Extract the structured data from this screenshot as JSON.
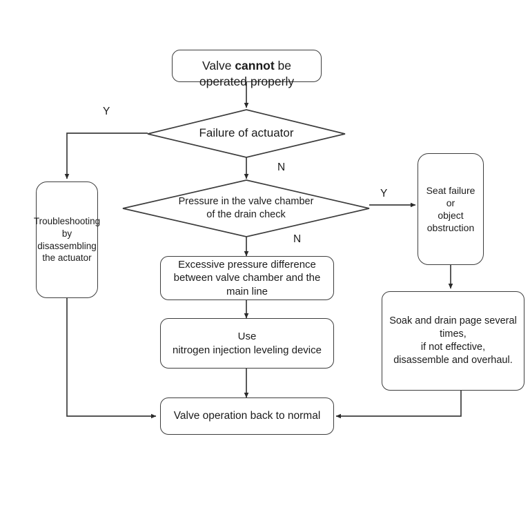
{
  "diagram": {
    "title": "Valve cannot be operated properly troubleshooting flowchart",
    "background": "#ffffff",
    "stroke_color": "#3c3c3c",
    "text_color": "#1b1b1b"
  },
  "nodes": {
    "start": {
      "id": "start",
      "type": "process",
      "text_prefix": "Valve ",
      "text_bold": "cannot",
      "text_suffix": " be\noperated properly",
      "full_text": "Valve cannot be operated properly"
    },
    "decision_actuator": {
      "id": "decision-failure-of-actuator",
      "type": "decision",
      "text": "Failure of actuator"
    },
    "decision_pressure": {
      "id": "decision-pressure-valve-chamber",
      "type": "decision",
      "text": "Pressure in the valve chamber\nof the drain check"
    },
    "troubleshooting": {
      "id": "troubleshooting-by-disassembling",
      "type": "process",
      "text": "Troubleshooting\nby disassembling\nthe actuator"
    },
    "seat_failure": {
      "id": "seat-failure-or-object-obstruction",
      "type": "process",
      "text": "Seat failure\nor\nobject\nobstruction"
    },
    "excessive_pressure": {
      "id": "excessive-pressure-difference",
      "type": "process",
      "text": "Excessive pressure difference\nbetween  valve chamber and the\nmain line"
    },
    "nitrogen": {
      "id": "use-nitrogen-injection-leveling-device",
      "type": "process",
      "text": "Use\nnitrogen injection leveling device"
    },
    "soak_drain": {
      "id": "soak-and-drain-page",
      "type": "process",
      "text": "Soak and drain page several\ntimes,\nif not effective,\ndisassemble and overhaul."
    },
    "end": {
      "id": "valve-operation-back-to-normal",
      "type": "process",
      "text": "Valve operation back to normal"
    }
  },
  "edge_labels": {
    "actuator_yes": "Y",
    "actuator_no": "N",
    "pressure_yes": "Y",
    "pressure_no": "N"
  }
}
